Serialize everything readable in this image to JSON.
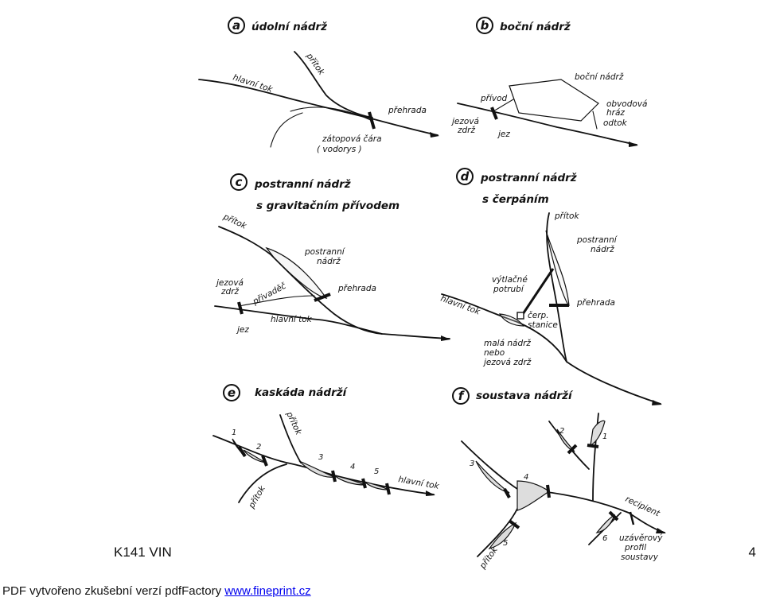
{
  "panels": {
    "a": {
      "letter": "a",
      "title": "údolní nádrž",
      "labels": {
        "hlavni_tok": "hlavní tok",
        "pritok": "přítok",
        "prehrada": "přehrada",
        "zatopova": "zátopová čára",
        "vodorys": "( vodorys )"
      }
    },
    "b": {
      "letter": "b",
      "title": "boční nádrž",
      "labels": {
        "bocni": "boční nádrž",
        "privod": "přívod",
        "jezova": "jezová",
        "zdrz": "zdrž",
        "jez": "jez",
        "obvodova": "obvodová",
        "hraz": "hráz",
        "odtok": "odtok"
      }
    },
    "c": {
      "letter": "c",
      "title_1": "postranní nádrž",
      "title_2": "s gravitačním přívodem",
      "labels": {
        "pritok": "přítok",
        "postranni": "postranní",
        "nadrz": "nádrž",
        "jezova": "jezová",
        "zdrz": "zdrž",
        "privadec": "přivaděč",
        "prehrada": "přehrada",
        "hlavni_tok": "hlavní tok",
        "jez": "jez"
      }
    },
    "d": {
      "letter": "d",
      "title_1": "postranní nádrž",
      "title_2": "s čerpáním",
      "labels": {
        "pritok": "přítok",
        "postranni": "postranní",
        "nadrz": "nádrž",
        "vytlacne": "výtlačné",
        "potrubi": "potrubí",
        "hlavni_tok": "hlavní tok",
        "cerp": "čerp.",
        "stanice": "stanice",
        "prehrada": "přehrada",
        "mala": "malá nádrž",
        "nebo": "nebo",
        "jezova": "jezová zdrž"
      }
    },
    "e": {
      "letter": "e",
      "title": "kaskáda nádrží",
      "labels": {
        "pritok_top": "přítok",
        "pritok_bottom": "přítok",
        "hlavni_tok": "hlavní tok",
        "n1": "1",
        "n2": "2",
        "n3": "3",
        "n4": "4",
        "n5": "5"
      }
    },
    "f": {
      "letter": "f",
      "title": "soustava nádrží",
      "labels": {
        "n1": "1",
        "n2": "2",
        "n3": "3",
        "n4": "4",
        "n5": "5",
        "n6": "6",
        "recipient": "recipient",
        "uzaverovy": "uzávěrový",
        "profil": "profil",
        "soustavy": "soustavy",
        "pritok": "přítok"
      }
    }
  },
  "footer": {
    "left": "K141 VIN",
    "right": "4"
  },
  "credit": {
    "text": "PDF vytvořeno zkušební verzí pdfFactory ",
    "link": "www.fineprint.cz"
  }
}
